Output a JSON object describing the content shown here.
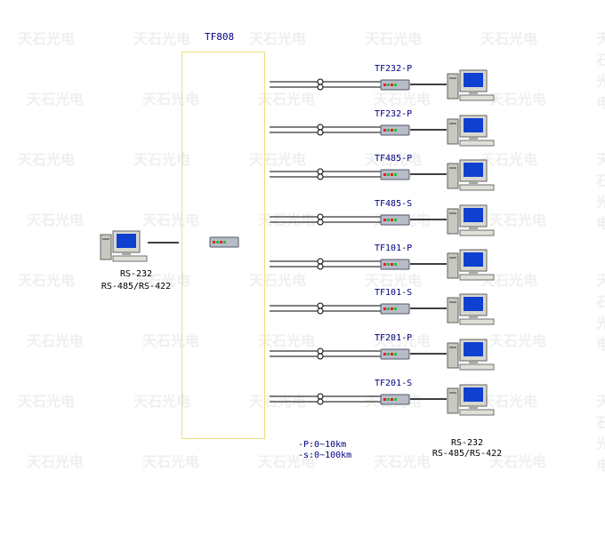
{
  "hub": {
    "title": "TF808"
  },
  "left_station": {
    "line1": "RS-232",
    "line2": "RS-485/RS-422"
  },
  "right_station": {
    "line1": "RS-232",
    "line2": "RS-485/RS-422"
  },
  "legend": {
    "line1": "-P:0~10km",
    "line2": "-s:0~100km"
  },
  "links": [
    {
      "label": "TF232-P"
    },
    {
      "label": "TF232-P"
    },
    {
      "label": "TF485-P"
    },
    {
      "label": "TF485-S"
    },
    {
      "label": "TF101-P"
    },
    {
      "label": "TF101-S"
    },
    {
      "label": "TF201-P"
    },
    {
      "label": "TF201-S"
    }
  ],
  "watermark": {
    "text": "天石光电"
  },
  "colors": {
    "fiber": "#000000",
    "label": "#000080",
    "hub_border": "#e8e07a",
    "monitor_screen": "#1040d0"
  }
}
